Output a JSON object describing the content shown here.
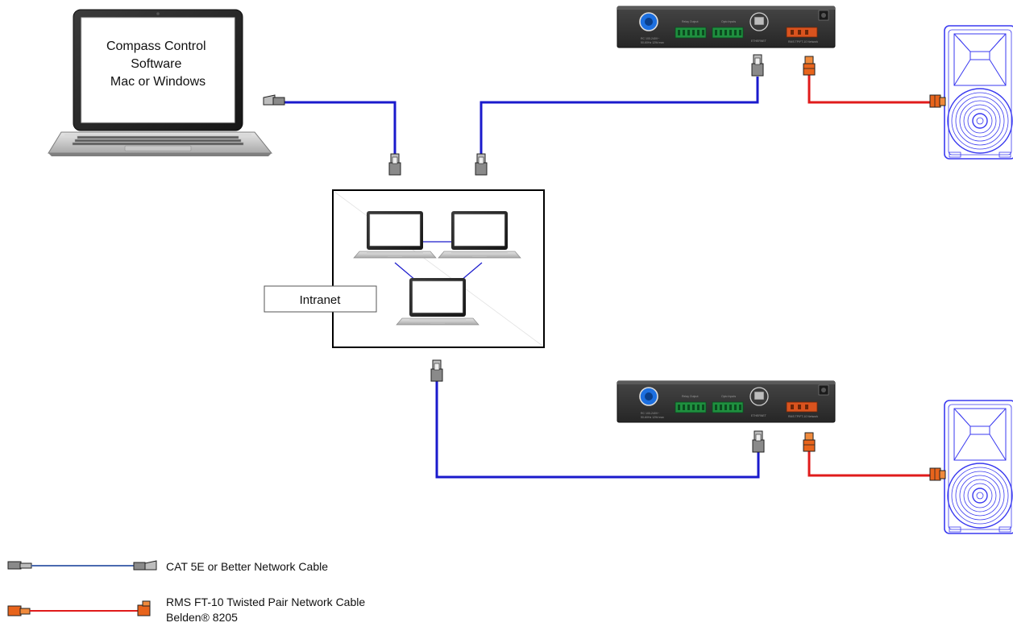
{
  "laptop": {
    "lines": [
      "Compass Control",
      "Software",
      "Mac or Windows"
    ]
  },
  "intranet": {
    "label": "Intranet"
  },
  "device": {
    "relay_label": "Relay Output",
    "opto_label": "Opto Inputs",
    "ethernet_label": "ETHERNET",
    "rms_label": "RMS TP/FT-10 Network"
  },
  "legend": {
    "cat5": "CAT 5E or Better Network Cable",
    "rms_line1": "RMS FT-10 Twisted Pair Network Cable",
    "rms_line2": "Belden® 8205"
  },
  "colors": {
    "network_cable": "#1a1acc",
    "rms_cable": "#e01b1b",
    "connector_gray": "#8a8a8a",
    "connector_orange": "#e8641c",
    "speaker_outline": "#3a3af0"
  }
}
